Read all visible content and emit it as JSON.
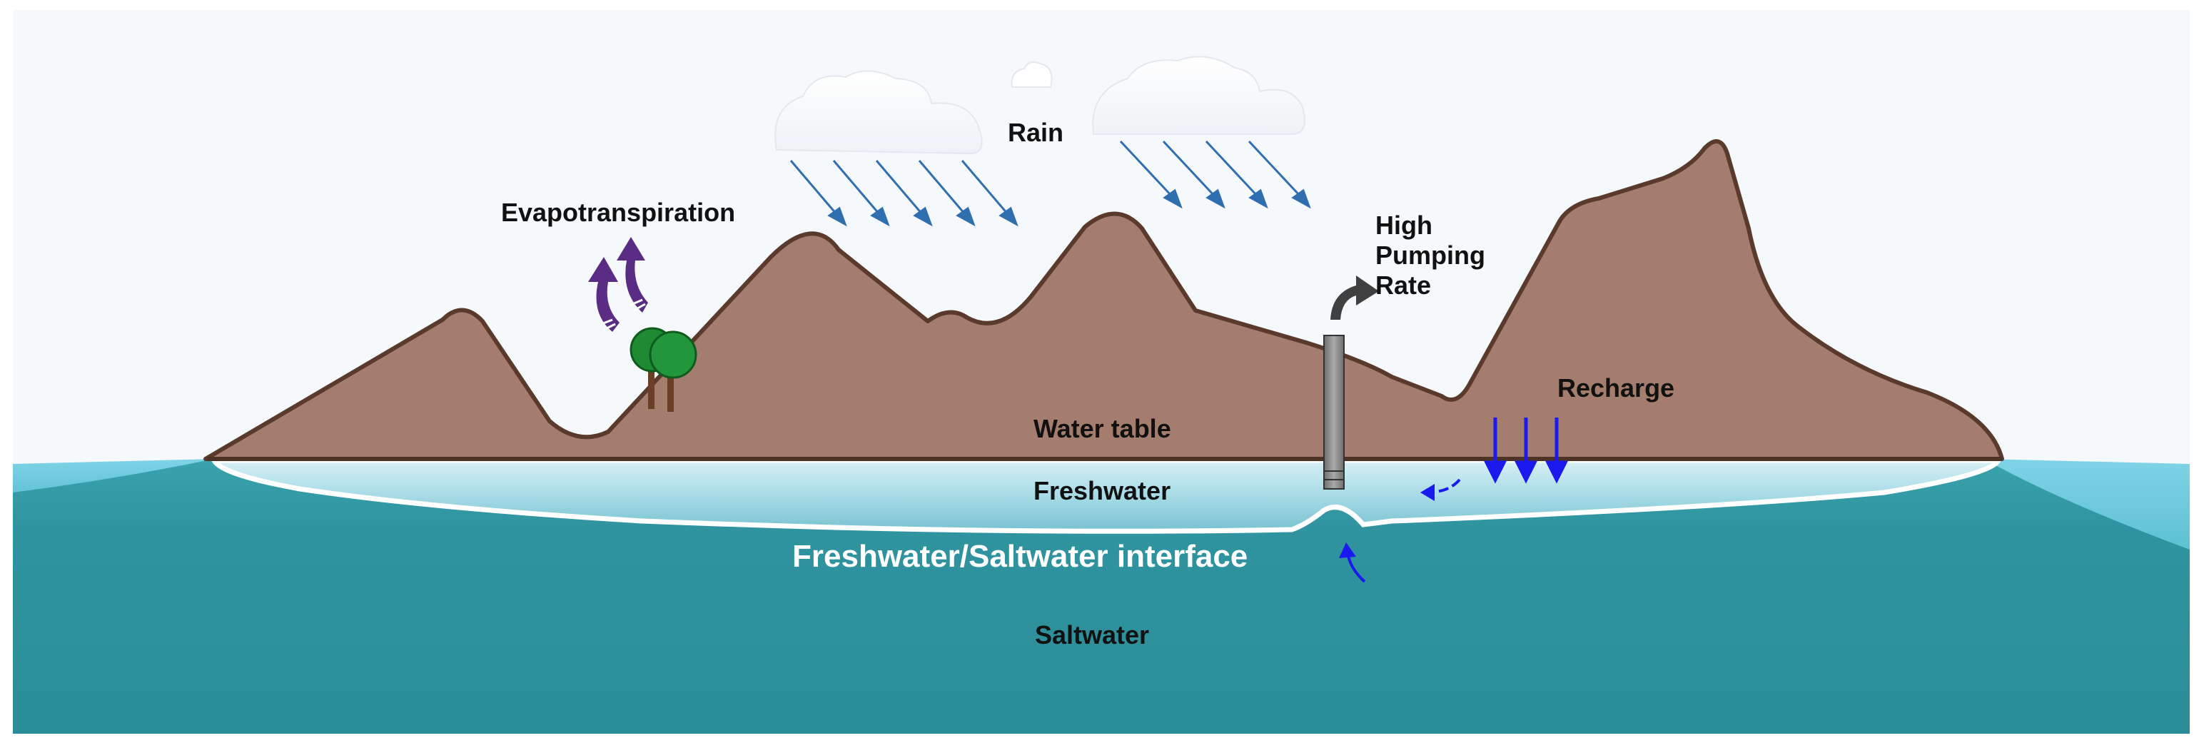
{
  "diagram": {
    "labels": {
      "rain": "Rain",
      "evapotranspiration": "Evapotranspiration",
      "pumping_line1": "High",
      "pumping_line2": "Pumping",
      "pumping_line3": "Rate",
      "recharge": "Recharge",
      "water_table": "Water table",
      "freshwater": "Freshwater",
      "interface": "Freshwater/Saltwater interface",
      "saltwater": "Saltwater"
    },
    "colors": {
      "sky": "#f6f9fc",
      "land": "#a47d6e",
      "land_outline": "#5a3a2c",
      "saltwater": "#2f949f",
      "freshwater": "#a3d9e3",
      "rain_arrow": "#2f6fb0",
      "evapotranspiration_arrow": "#5b2c83",
      "recharge_arrow": "#1a1aee",
      "pump_arrow": "#404040",
      "tree": "#1e8a32"
    }
  }
}
